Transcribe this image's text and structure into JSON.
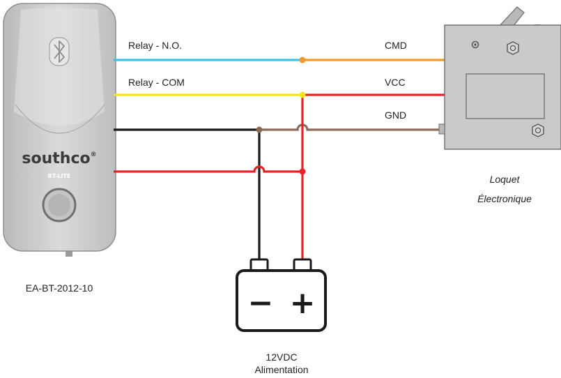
{
  "device": {
    "brand": "southco",
    "brand_mark": "®",
    "model_sub": "BT-LITE",
    "part_number": "EA-BT-2012-10",
    "icon": "bluetooth-icon"
  },
  "wires": {
    "relay_no": "Relay - N.O.",
    "relay_com": "Relay - COM",
    "cmd": "CMD",
    "vcc": "VCC",
    "gnd": "GND"
  },
  "latch": {
    "line1": "Loquet",
    "line2": "Électronique"
  },
  "battery": {
    "minus": "−",
    "plus": "+",
    "line1": "12VDC",
    "line2": "Alimentation"
  },
  "colors": {
    "cyan": "#3fc3e2",
    "yellow": "#f5e619",
    "orange": "#f39a2b",
    "red": "#e82128",
    "black": "#1a1a1a",
    "brown": "#8b6a58",
    "device_body": "#cfd0d2",
    "latch_body": "#c9cacc"
  }
}
